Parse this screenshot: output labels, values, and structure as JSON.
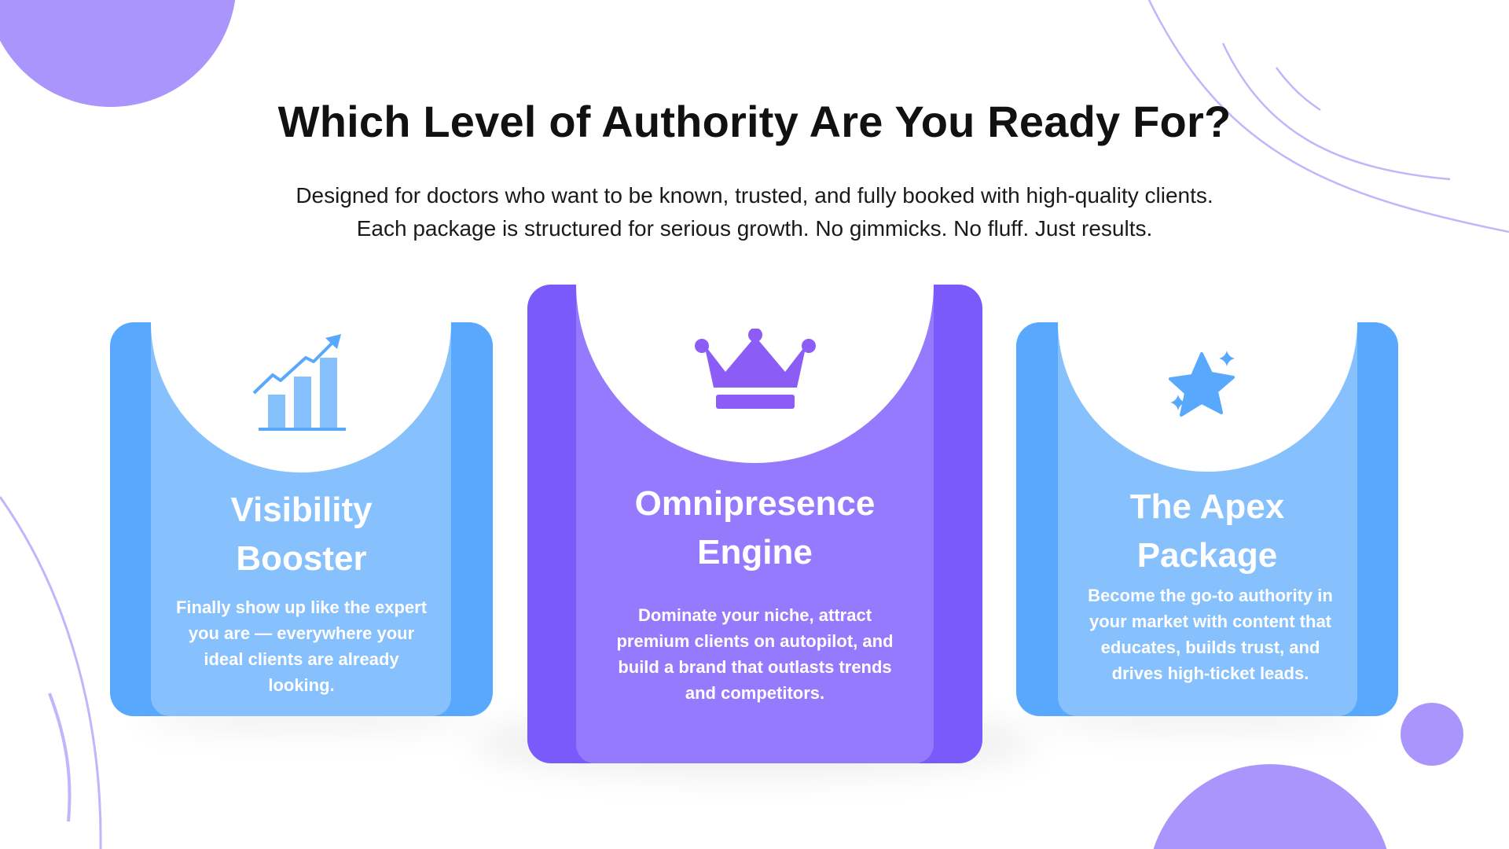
{
  "title": "Which Level of Authority Are You Ready For?",
  "subtitle": [
    "Designed for doctors who want to be known, trusted, and fully booked with high-quality clients.",
    "Each package is structured for serious growth. No gimmicks. No fluff. Just results."
  ],
  "colors": {
    "blue_outer": "#58a8fd",
    "blue_inner": "#86c0fd",
    "purple_outer": "#7b5afc",
    "purple_inner": "#957afd",
    "decor": "#a995fb"
  },
  "cards": [
    {
      "icon": "growth-chart-icon",
      "title": [
        "Visibility",
        "Booster"
      ],
      "desc": "Finally show up like the expert you are — everywhere your ideal clients are already looking."
    },
    {
      "icon": "crown-icon",
      "title": [
        "Omnipresence",
        "Engine"
      ],
      "desc": "Dominate your niche, attract premium clients on autopilot, and build a brand that outlasts trends and competitors."
    },
    {
      "icon": "star-sparkle-icon",
      "title": [
        "The Apex",
        "Package"
      ],
      "desc": "Become the go-to authority in your market with content that educates, builds trust, and drives high-ticket leads."
    }
  ]
}
